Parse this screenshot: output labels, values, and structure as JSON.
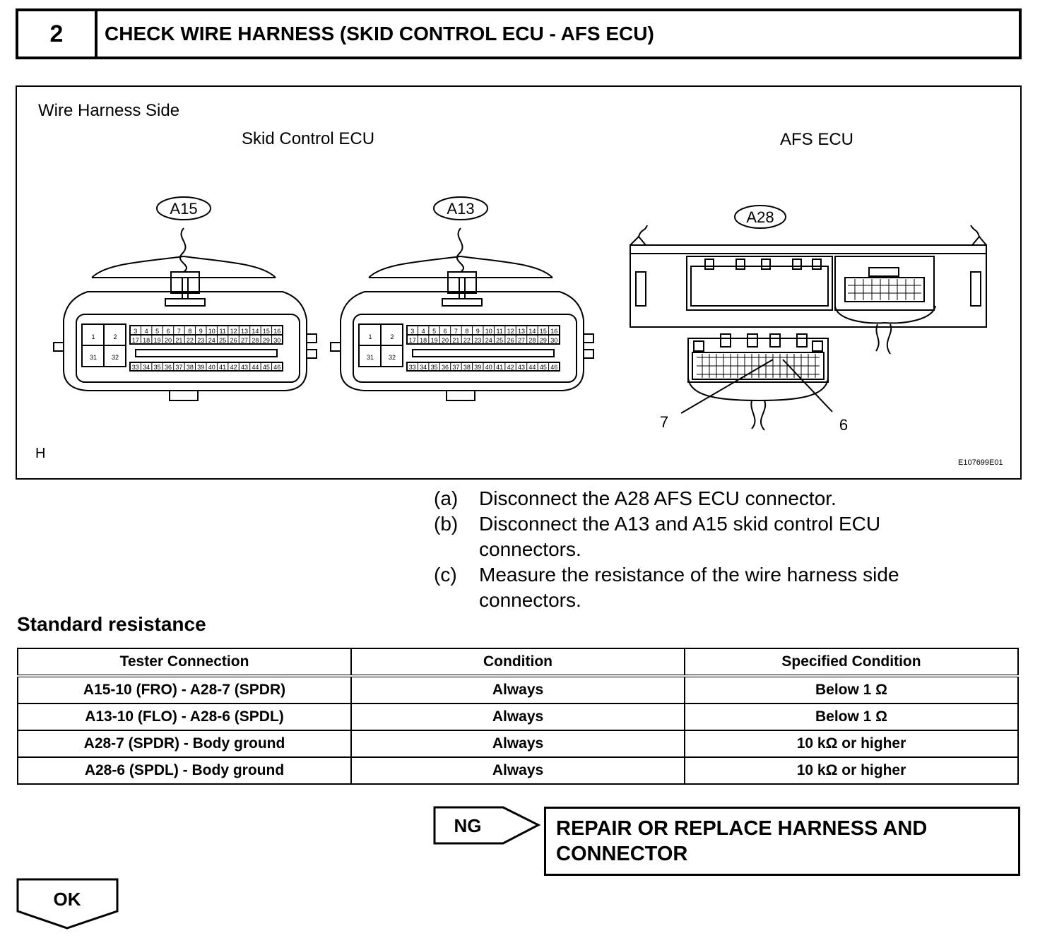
{
  "header": {
    "step_number": "2",
    "title": "CHECK WIRE HARNESS (SKID CONTROL ECU - AFS ECU)"
  },
  "figure": {
    "side_label": "Wire Harness Side",
    "skid_label": "Skid Control ECU",
    "afs_label": "AFS ECU",
    "connectors": [
      "A15",
      "A13",
      "A28"
    ],
    "pin_left_top": [
      "1",
      "2"
    ],
    "pin_left_bottom": [
      "31",
      "32"
    ],
    "pins_row1": [
      "3",
      "4",
      "5",
      "6",
      "7",
      "8",
      "9",
      "10",
      "11",
      "12",
      "13",
      "14",
      "15",
      "16"
    ],
    "pins_row2": [
      "17",
      "18",
      "19",
      "20",
      "21",
      "22",
      "23",
      "24",
      "25",
      "26",
      "27",
      "28",
      "29",
      "30"
    ],
    "pins_row3": [
      "33",
      "34",
      "35",
      "36",
      "37",
      "38",
      "39",
      "40",
      "41",
      "42",
      "43",
      "44",
      "45",
      "46"
    ],
    "pin_callout_left": "7",
    "pin_callout_right": "6",
    "corner_letter": "H",
    "figure_code": "E107699E01"
  },
  "steps": [
    {
      "label": "(a)",
      "lines": [
        "Disconnect the A28 AFS ECU connector."
      ]
    },
    {
      "label": "(b)",
      "lines": [
        "Disconnect the A13 and A15 skid control ECU",
        "connectors."
      ]
    },
    {
      "label": "(c)",
      "lines": [
        "Measure the resistance of the wire harness side",
        "connectors."
      ]
    }
  ],
  "standard_title": "Standard resistance",
  "table": {
    "headers": [
      "Tester Connection",
      "Condition",
      "Specified Condition"
    ],
    "rows": [
      [
        "A15-10 (FRO) - A28-7 (SPDR)",
        "Always",
        "Below 1 Ω"
      ],
      [
        "A13-10 (FLO) - A28-6 (SPDL)",
        "Always",
        "Below 1 Ω"
      ],
      [
        "A28-7 (SPDR) - Body ground",
        "Always",
        "10 kΩ or higher"
      ],
      [
        "A28-6 (SPDL) - Body ground",
        "Always",
        "10 kΩ or higher"
      ]
    ]
  },
  "ng": {
    "label": "NG",
    "lines": [
      "REPAIR OR REPLACE HARNESS AND",
      "CONNECTOR"
    ]
  },
  "ok": {
    "label": "OK"
  }
}
